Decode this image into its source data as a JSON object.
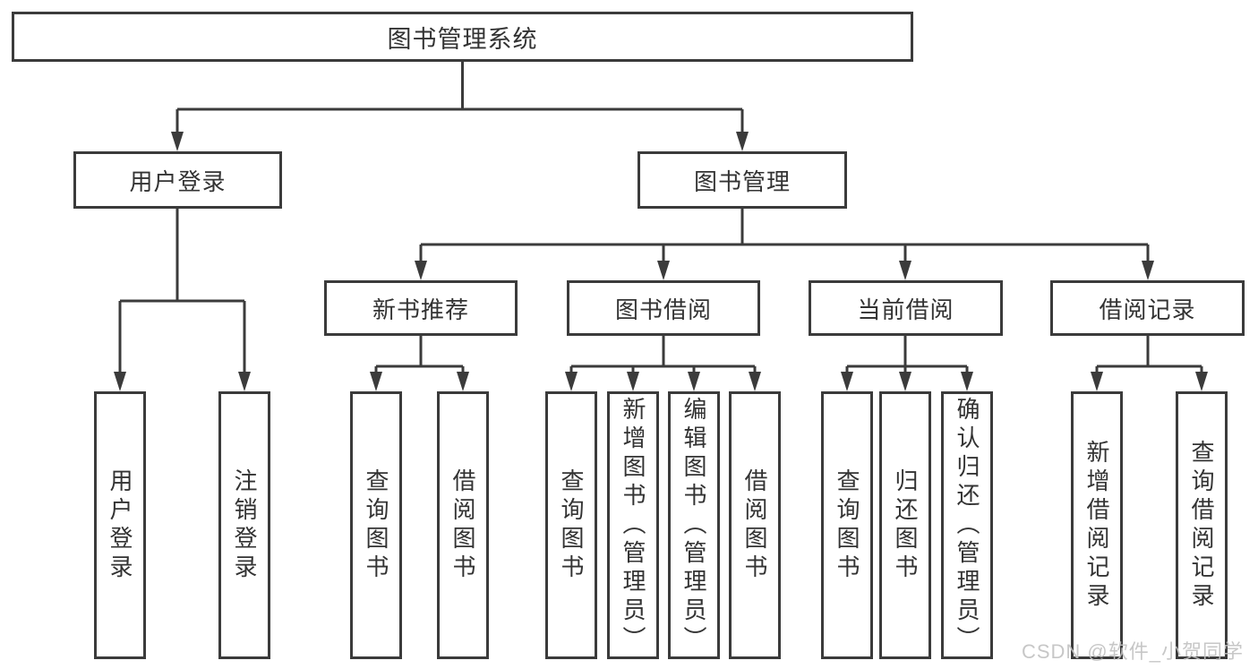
{
  "colors": {
    "line": "#3b3b3b",
    "text": "#333333",
    "watermark": "#c1c1c1"
  },
  "watermark": {
    "text": "CSDN @软件_小贺同学"
  },
  "tree": {
    "label": "图书管理系统",
    "children": [
      {
        "label": "用户登录",
        "children": [
          {
            "label": "用户登录"
          },
          {
            "label": "注销登录"
          }
        ]
      },
      {
        "label": "图书管理",
        "children": [
          {
            "label": "新书推荐",
            "children": [
              {
                "label": "查询图书"
              },
              {
                "label": "借阅图书"
              }
            ]
          },
          {
            "label": "图书借阅",
            "children": [
              {
                "label": "查询图书"
              },
              {
                "label": "新增图书（管理员）"
              },
              {
                "label": "编辑图书（管理员）"
              },
              {
                "label": "借阅图书"
              }
            ]
          },
          {
            "label": "当前借阅",
            "children": [
              {
                "label": "查询图书"
              },
              {
                "label": "归还图书"
              },
              {
                "label": "确认归还（管理员）"
              }
            ]
          },
          {
            "label": "借阅记录",
            "children": [
              {
                "label": "新增借阅记录"
              },
              {
                "label": "查询借阅记录"
              }
            ]
          }
        ]
      }
    ]
  }
}
